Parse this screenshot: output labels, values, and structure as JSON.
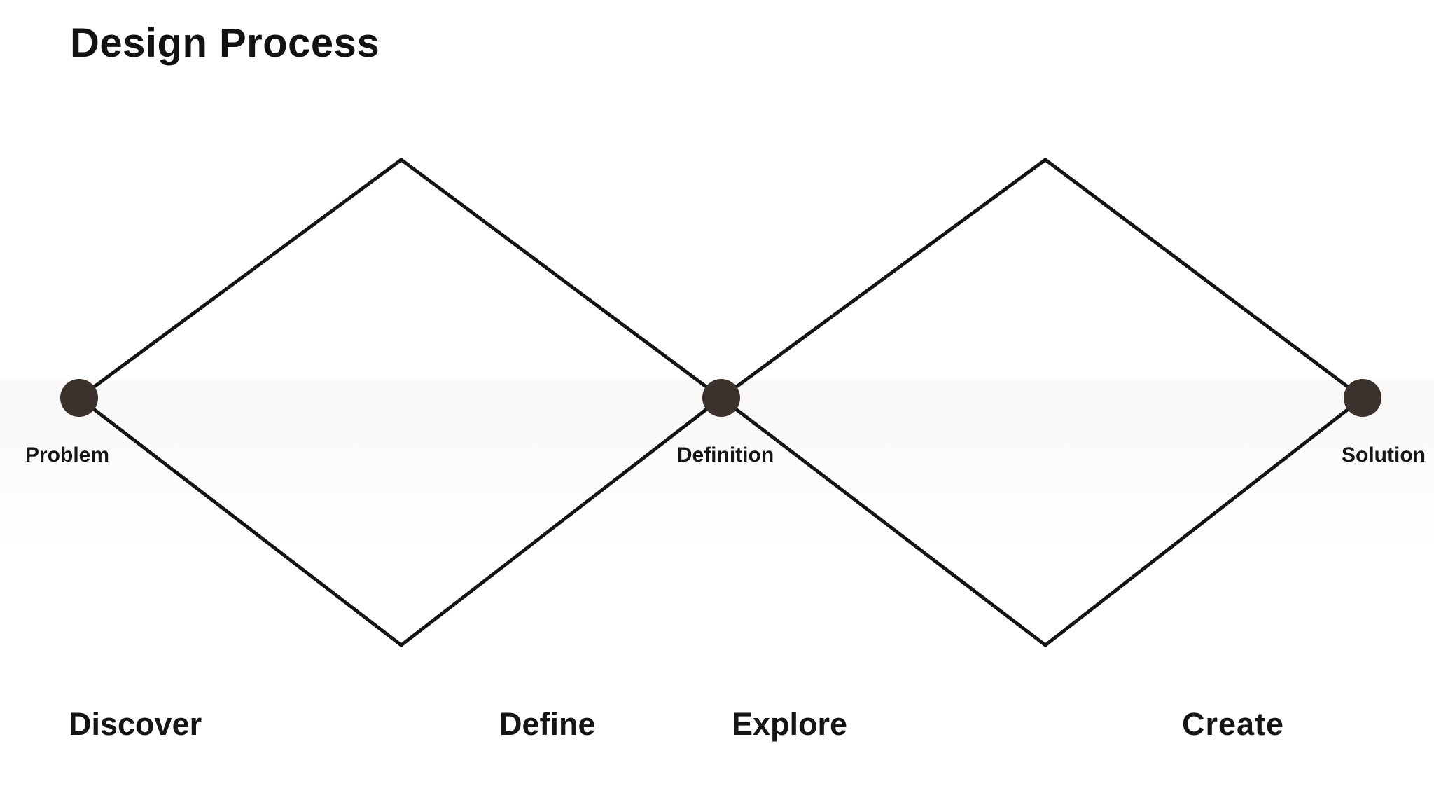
{
  "page": {
    "title": "Design Process"
  },
  "diagram": {
    "type": "double-diamond",
    "nodes": {
      "problem": {
        "label": "Problem"
      },
      "definition": {
        "label": "Definition"
      },
      "solution": {
        "label": "Solution"
      }
    },
    "phases": [
      {
        "label": "Discover"
      },
      {
        "label": "Define"
      },
      {
        "label": "Explore"
      },
      {
        "label": "Create"
      }
    ],
    "colors": {
      "line": "#141414",
      "dot": "#3b322e",
      "text": "#151515",
      "background": "#ffffff"
    }
  }
}
